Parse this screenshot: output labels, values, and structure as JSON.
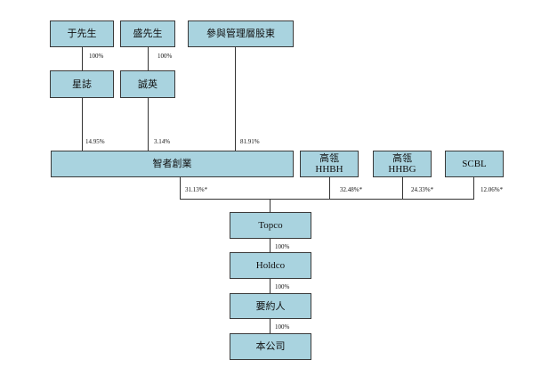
{
  "top_row": {
    "yu_xiansheng": "于先生",
    "sheng_xiansheng": "盛先生",
    "mgmt_shareholders": "參與管理層股東"
  },
  "mid_row": {
    "xing_zhi": "星誌",
    "cheng_ying": "誠英"
  },
  "entities": {
    "zhizhe": "智者創業",
    "hhbh_line1": "高瓴",
    "hhbh_line2": "HHBH",
    "hhbg_line1": "高瓴",
    "hhbg_line2": "HHBG",
    "scbl": "SCBL",
    "topco": "Topco",
    "holdco": "Holdco",
    "offeror": "要約人",
    "company": "本公司"
  },
  "percentages": {
    "yu_to_xingzhi": "100%",
    "sheng_to_chengying": "100%",
    "xingzhi_to_zhizhe": "14.95%",
    "chengying_to_zhizhe": "3.14%",
    "mgmt_to_zhizhe": "81.91%",
    "zhizhe_to_topco": "31.13%*",
    "hhbh_to_topco": "32.48%*",
    "hhbg_to_topco": "24.33%*",
    "scbl_to_topco": "12.06%*",
    "topco_to_holdco": "100%",
    "holdco_to_offeror": "100%",
    "offeror_to_company": "100%"
  },
  "colors": {
    "box_fill": "#a9d3df",
    "box_border": "#3a3a3a",
    "line": "#333333"
  }
}
